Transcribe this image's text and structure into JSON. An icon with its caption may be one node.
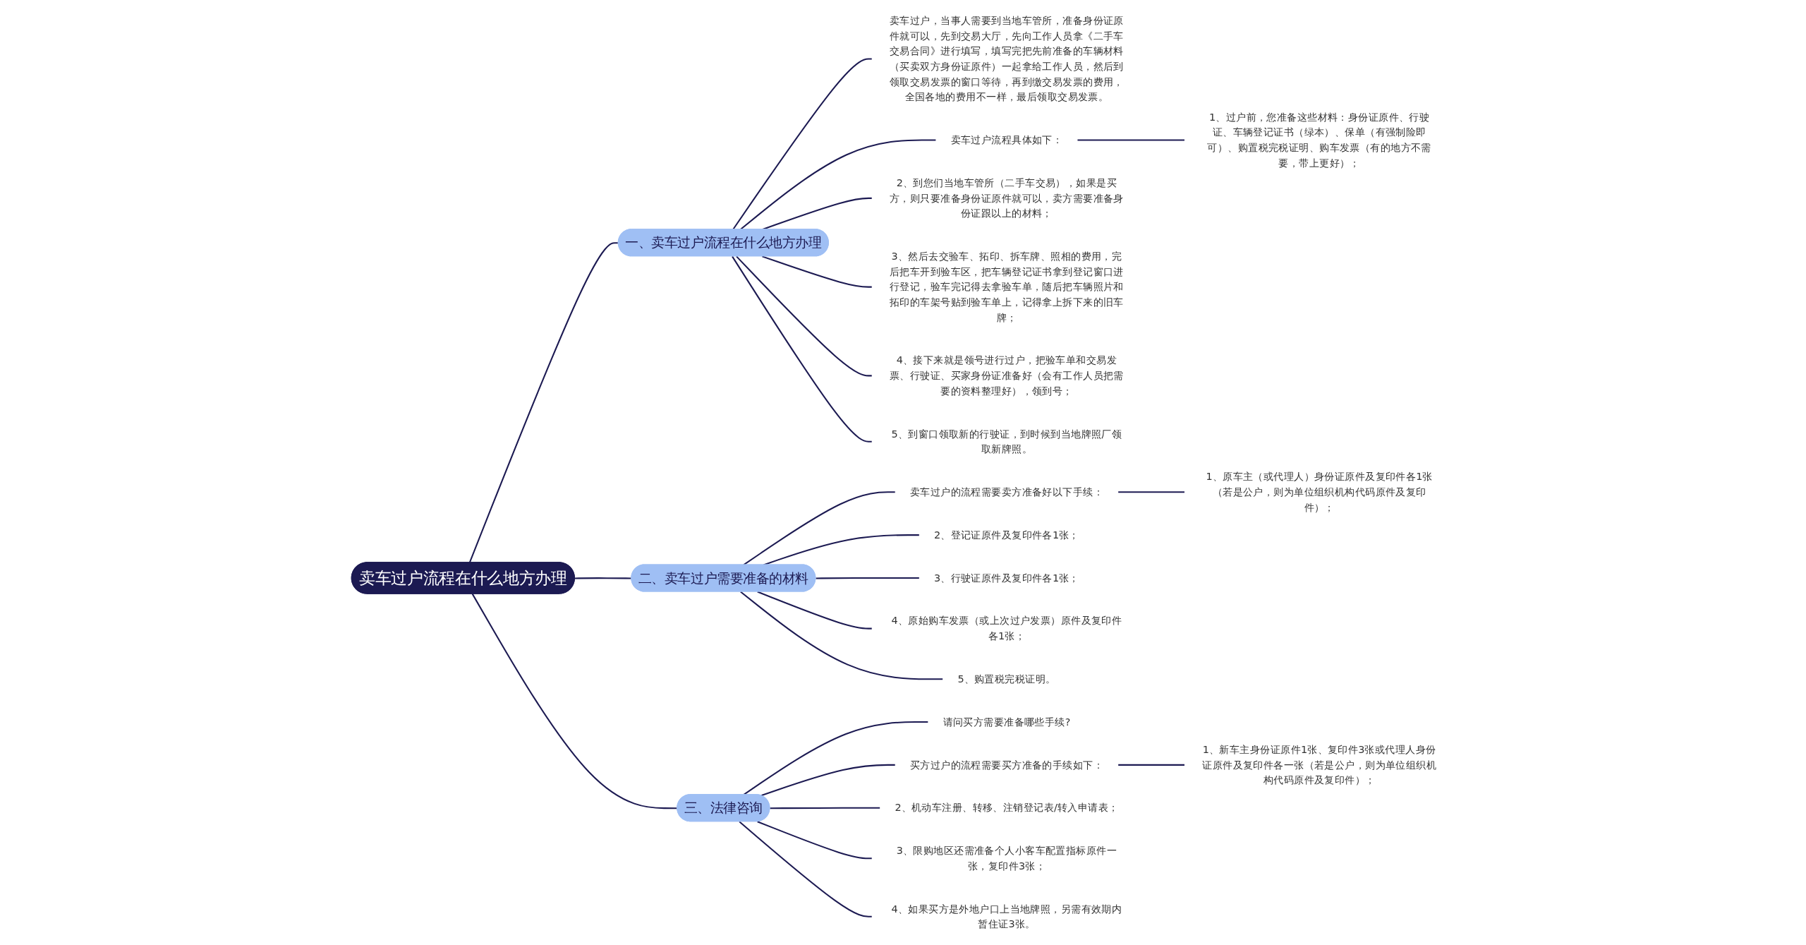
{
  "diagram": {
    "nodes": [
      {
        "text": [
          "卖车过户流程在什么地方办理"
        ]
      },
      {
        "text": [
          "一、卖车过户流程在什么地方办理"
        ]
      },
      {
        "text": [
          "卖车过户，当事人需要到当地车管所，准备身份证原件就可以，先到交易大厅，先向工作人员拿《二手车交易合同》进行填写，填写完把先前准备的车辆材料（买卖双方身份证原件）一起拿给工作人员，然后到领取交易发票的窗口等待，再到缴交易发票的费用，全国各地的费用不一样，最后领取交易发票。"
        ]
      },
      {
        "text": [
          "卖车过户流程具体如下："
        ]
      },
      {
        "text": [
          "1、过户前，您准备这些材料：身份证原件、行驶证、车辆登记证书（绿本）、保单（有强制险即可）、购置税完税证明、购车发票（有的地方不需要，带上更好）；"
        ]
      },
      {
        "text": [
          "2、到您们当地车管所（二手车交易），如果是买方，则只要准备身份证原件就可以，卖方需要准备身份证跟以上的材料；"
        ]
      },
      {
        "text": [
          "3、然后去交验车、拓印、拆车牌、照相的费用，完后把车开到验车区，把车辆登记证书拿到登记窗口进行登记，验车完记得去拿验车单，随后把车辆照片和拓印的车架号贴到验车单上，记得拿上拆下来的旧车牌；"
        ]
      },
      {
        "text": [
          "4、接下来就是领号进行过户，把验车单和交易发票、行驶证、买家身份证准备好（会有工作人员把需要的资料整理好），领到号；"
        ]
      },
      {
        "text": [
          "5、到窗口领取新的行驶证，到时候到当地牌照厂领取新牌照。"
        ]
      },
      {
        "text": [
          "二、卖车过户需要准备的材料"
        ]
      },
      {
        "text": [
          "卖车过户的流程需要卖方准备好以下手续："
        ]
      },
      {
        "text": [
          "1、原车主（或代理人）身份证原件及复印件各1张（若是公户，则为单位组织机构代码原件及复印件）；"
        ]
      },
      {
        "text": [
          "2、登记证原件及复印件各1张；"
        ]
      },
      {
        "text": [
          "3、行驶证原件及复印件各1张；"
        ]
      },
      {
        "text": [
          "4、原始购车发票（或上次过户发票）原件及复印件各1张；"
        ]
      },
      {
        "text": [
          "5、购置税完税证明。"
        ]
      },
      {
        "text": [
          "三、法律咨询"
        ]
      },
      {
        "text": [
          "请问买方需要准备哪些手续?"
        ]
      },
      {
        "text": [
          "买方过户的流程需要买方准备的手续如下："
        ]
      },
      {
        "text": [
          "1、新车主身份证原件1张、复印件3张或代理人身份证原件及复印件各一张（若是公户，则为单位组织机构代码原件及复印件）；"
        ]
      },
      {
        "text": [
          "2、机动车注册、转移、注销登记表/转入申请表；"
        ]
      },
      {
        "text": [
          "3、限购地区还需准备个人小客车配置指标原件一张，复印件3张；"
        ]
      },
      {
        "text": [
          "4、如果买方是外地户口上当地牌照，另需有效期内暂住证3张。"
        ]
      }
    ],
    "edges": [
      {
        "from": 0,
        "to": 1,
        "arrow": "none"
      },
      {
        "from": 1,
        "to": 2,
        "arrow": "none"
      },
      {
        "from": 1,
        "to": 3,
        "arrow": "none"
      },
      {
        "from": 3,
        "to": 4,
        "arrow": "none"
      },
      {
        "from": 1,
        "to": 5,
        "arrow": "none"
      },
      {
        "from": 1,
        "to": 6,
        "arrow": "none"
      },
      {
        "from": 1,
        "to": 7,
        "arrow": "none"
      },
      {
        "from": 1,
        "to": 8,
        "arrow": "none"
      },
      {
        "from": 0,
        "to": 9,
        "arrow": "none"
      },
      {
        "from": 9,
        "to": 10,
        "arrow": "none"
      },
      {
        "from": 10,
        "to": 11,
        "arrow": "none"
      },
      {
        "from": 9,
        "to": 12,
        "arrow": "none"
      },
      {
        "from": 9,
        "to": 13,
        "arrow": "none"
      },
      {
        "from": 9,
        "to": 14,
        "arrow": "none"
      },
      {
        "from": 9,
        "to": 15,
        "arrow": "none"
      },
      {
        "from": 0,
        "to": 16,
        "arrow": "none"
      },
      {
        "from": 16,
        "to": 17,
        "arrow": "none"
      },
      {
        "from": 16,
        "to": 18,
        "arrow": "none"
      },
      {
        "from": 18,
        "to": 19,
        "arrow": "none"
      },
      {
        "from": 16,
        "to": 20,
        "arrow": "none"
      },
      {
        "from": 16,
        "to": 21,
        "arrow": "none"
      },
      {
        "from": 16,
        "to": 22,
        "arrow": "none"
      }
    ]
  }
}
